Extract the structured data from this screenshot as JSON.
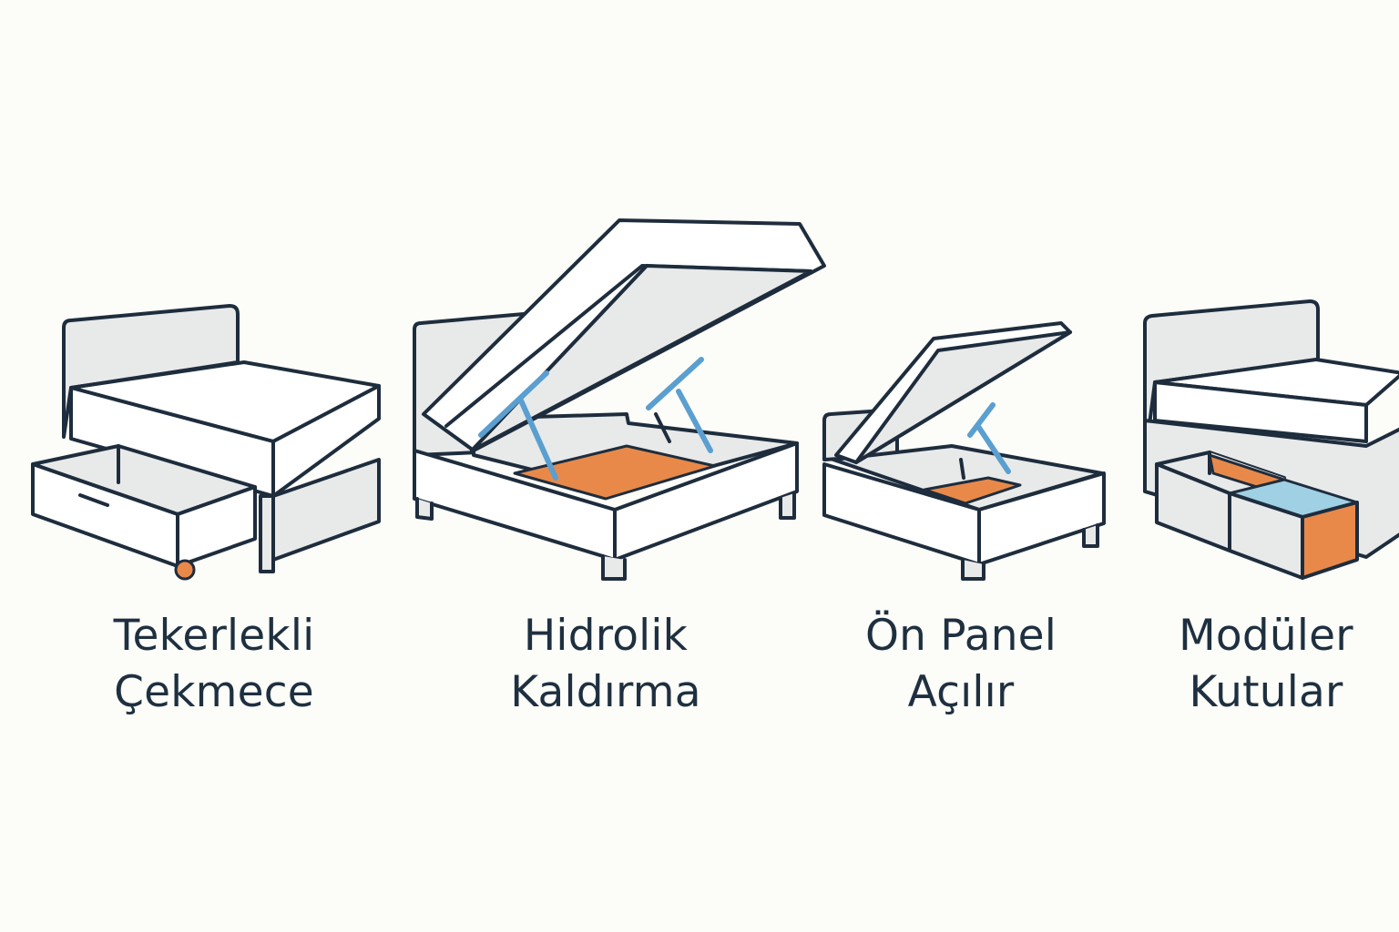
{
  "storage_types": [
    {
      "id": "drawer",
      "icon": "bed-with-rolling-drawer-icon",
      "line1": "Tekerlekli",
      "line2": "Çekmece"
    },
    {
      "id": "hydraulic",
      "icon": "bed-with-hydraulic-lift-icon",
      "line1": "Hidrolik",
      "line2": "Kaldırma"
    },
    {
      "id": "front",
      "icon": "bed-with-front-panel-opening-icon",
      "line1": "Ön Panel",
      "line2": "Açılır"
    },
    {
      "id": "modular",
      "icon": "bed-with-modular-boxes-icon",
      "line1": "Modüler",
      "line2": "Kutular"
    }
  ],
  "colors": {
    "outline": "#1e2d3d",
    "panel": "#e8e9e9",
    "white": "#ffffff",
    "orange": "#e8894a",
    "blue": "#5a9fd0",
    "light_blue": "#9fd0e4",
    "background": "#fcfcf8"
  }
}
